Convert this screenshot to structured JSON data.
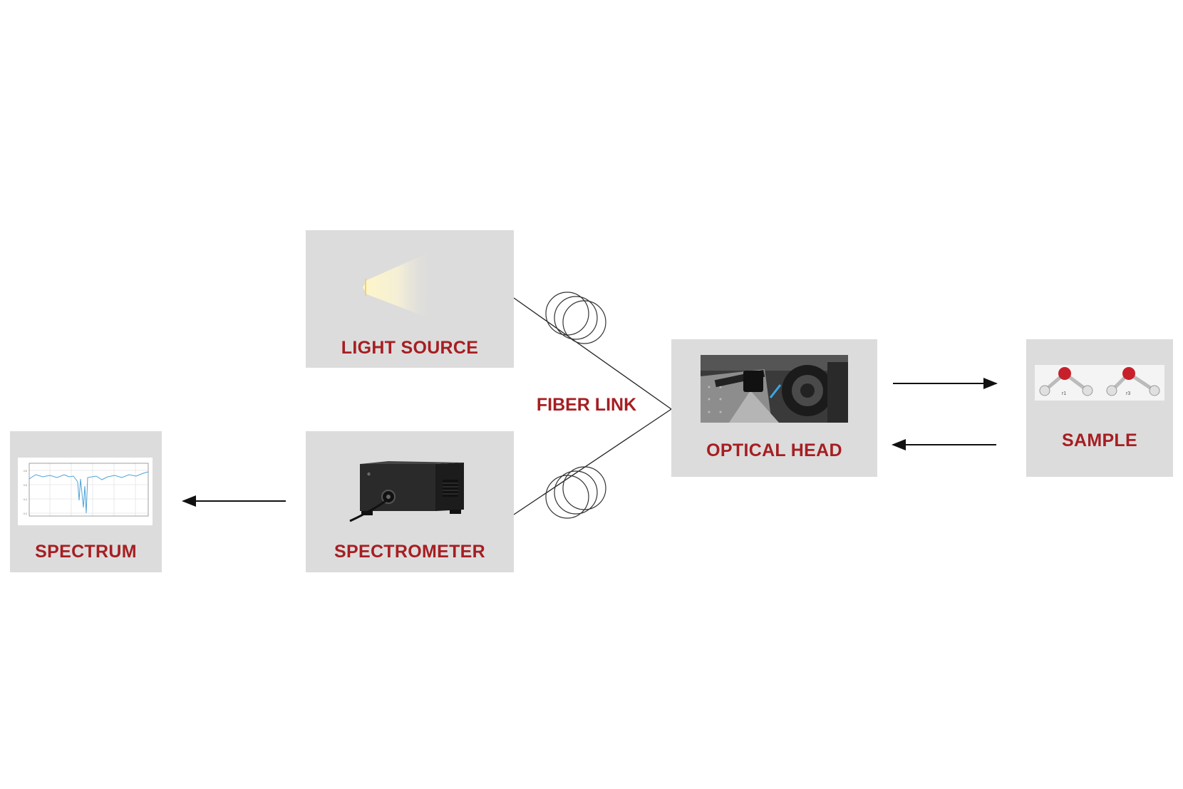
{
  "nodes": {
    "light_source": {
      "label": "LIGHT SOURCE"
    },
    "spectrometer": {
      "label": "SPECTROMETER"
    },
    "optical_head": {
      "label": "OPTICAL HEAD"
    },
    "sample": {
      "label": "SAMPLE"
    },
    "spectrum": {
      "label": "SPECTRUM"
    }
  },
  "links": {
    "fiber_label": "FIBER LINK"
  },
  "colors": {
    "label": "#a61e22",
    "box": "#dcdcdc",
    "line": "#222222"
  },
  "icons": {
    "light": "light-beam-icon",
    "spectrometer": "spectrometer-device-icon",
    "optical_head": "optical-head-photo-icon",
    "sample": "water-molecule-icon",
    "spectrum": "spectrum-plot-icon"
  }
}
